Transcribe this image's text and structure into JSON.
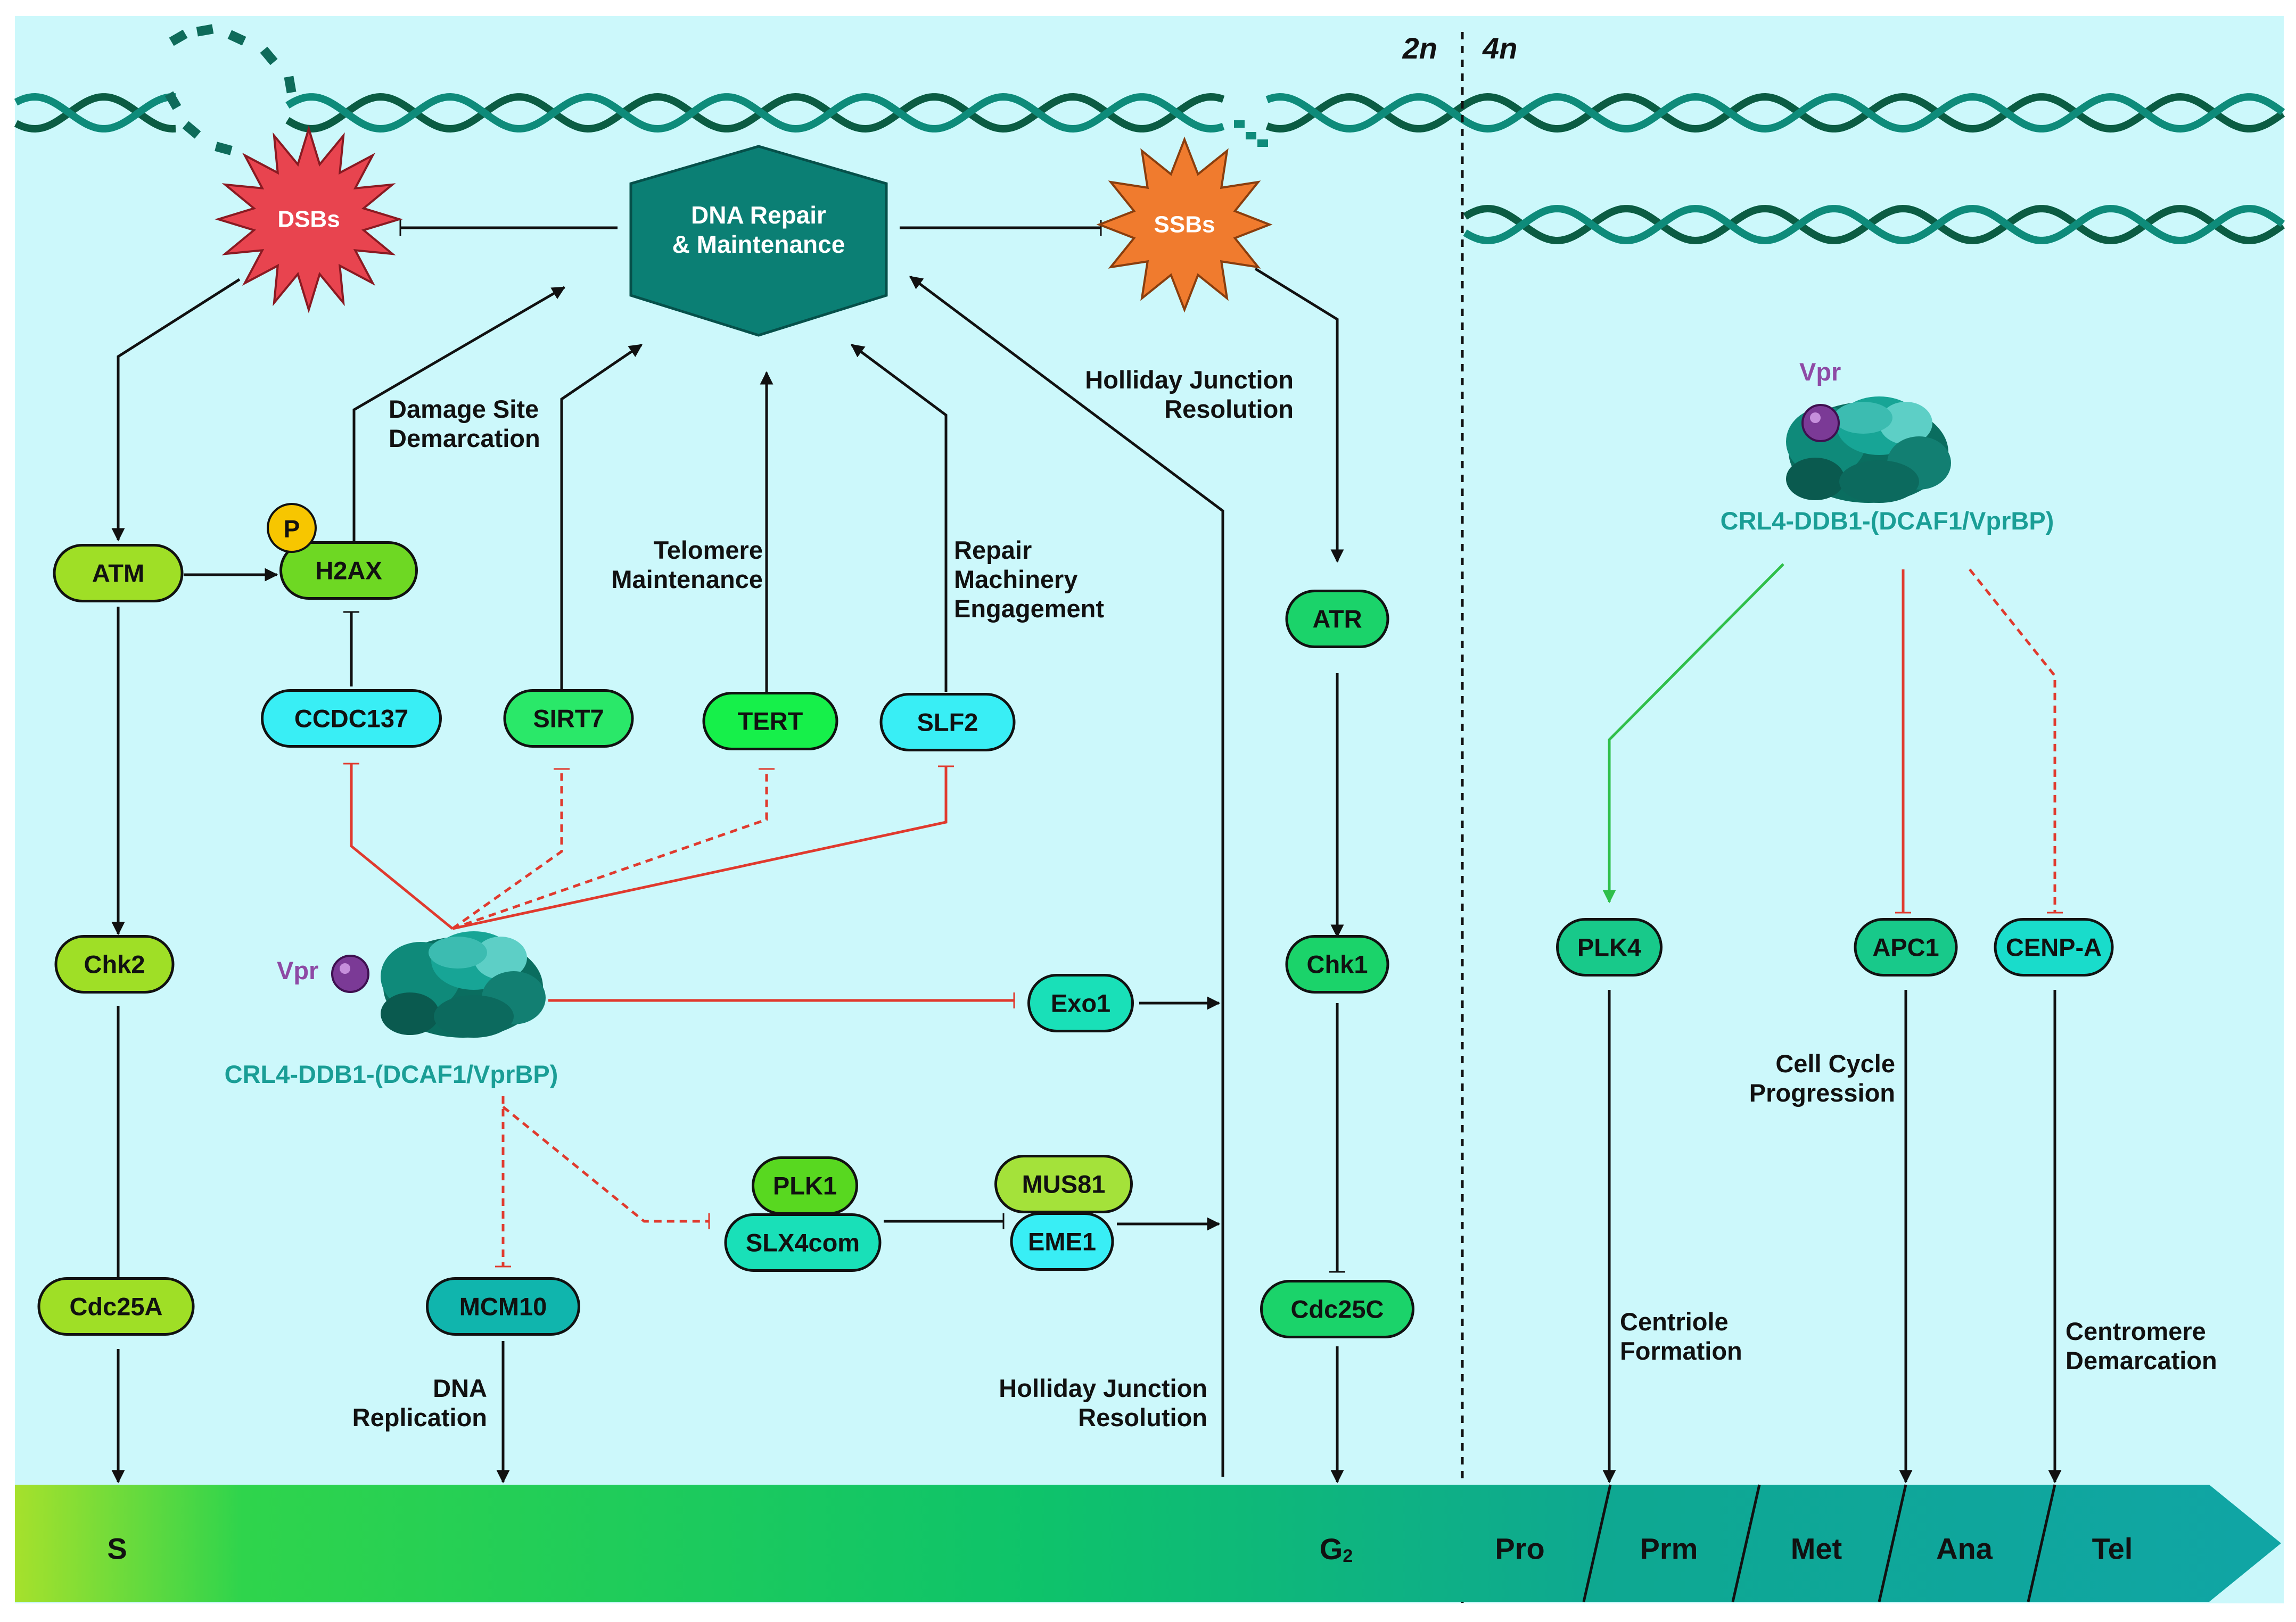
{
  "ploidy": {
    "left": "2n",
    "right": "4n"
  },
  "lesions": {
    "dsb": "DSBs",
    "ssb": "SSBs"
  },
  "hub": {
    "line1": "DNA Repair",
    "line2": "& Maintenance"
  },
  "phosphate": "P",
  "proteins": {
    "atm": "ATM",
    "h2ax": "H2AX",
    "ccdc137": "CCDC137",
    "sirt7": "SIRT7",
    "tert": "TERT",
    "slf2": "SLF2",
    "chk2": "Chk2",
    "cdc25a": "Cdc25A",
    "mcm10": "MCM10",
    "exo1": "Exo1",
    "plk1": "PLK1",
    "slx4com": "SLX4com",
    "mus81": "MUS81",
    "eme1": "EME1",
    "atr": "ATR",
    "chk1": "Chk1",
    "cdc25c": "Cdc25C",
    "plk4": "PLK4",
    "apc1": "APC1",
    "cenpa": "CENP-A"
  },
  "complex": {
    "name": "CRL4-DDB1-(DCAF1/VprBP)",
    "vpr": "Vpr"
  },
  "annotations": {
    "damage_site": [
      "Damage Site",
      "Demarcation"
    ],
    "telomere": [
      "Telomere",
      "Maintenance"
    ],
    "repair_machinery": [
      "Repair",
      "Machinery",
      "Engagement"
    ],
    "holliday_top": [
      "Holliday Junction",
      "Resolution"
    ],
    "holliday_bottom": [
      "Holliday Junction",
      "Resolution"
    ],
    "dna_replication": [
      "DNA",
      "Replication"
    ],
    "cell_cycle": [
      "Cell Cycle",
      "Progression"
    ],
    "centriole": [
      "Centriole",
      "Formation"
    ],
    "centromere": [
      "Centromere",
      "Demarcation"
    ]
  },
  "phases": {
    "s": "S",
    "g2": "G",
    "g2_sub": "2",
    "pro": "Pro",
    "prm": "Prm",
    "met": "Met",
    "ana": "Ana",
    "tel": "Tel"
  },
  "colors": {
    "background": "#ccf8fb",
    "dna_strand_a": "#0b5c43",
    "dna_strand_b": "#0e8b7a",
    "hub": "#0b7f74",
    "dsb": "#e8444f",
    "ssb": "#f07b2e",
    "inhibit_red": "#e03a2e",
    "activate_green": "#2fbf4a",
    "arrow_black": "#111111",
    "complex_text": "#1a9e96",
    "vpr": "#8e4aa5",
    "phosphate": "#f7c600"
  }
}
